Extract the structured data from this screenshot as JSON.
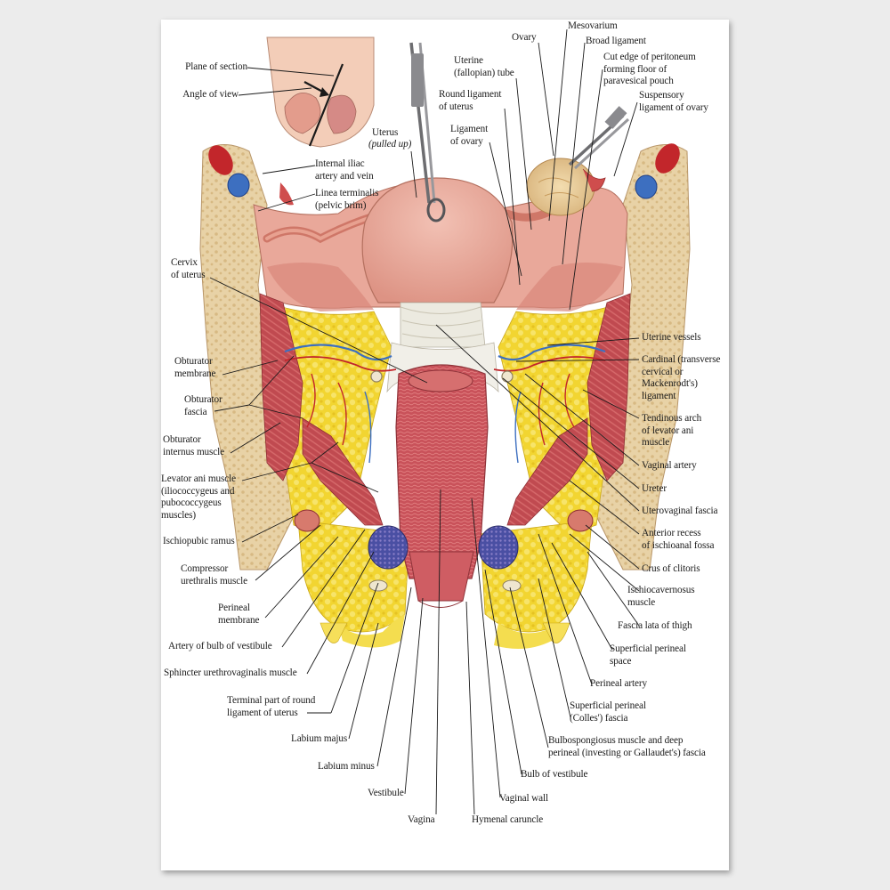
{
  "labels": {
    "plane_of_section": "Plane of section",
    "angle_of_view": "Angle of view",
    "uterus": "Uterus",
    "uterus_note": "(pulled up)",
    "uterine_tube": "Uterine\n(fallopian) tube",
    "ovary": "Ovary",
    "mesovarium": "Mesovarium",
    "broad_ligament": "Broad ligament",
    "cut_edge": "Cut edge of peritoneum\nforming floor of\nparavesical pouch",
    "round_ligament": "Round ligament\nof uterus",
    "suspensory_ligament": "Suspensory\nligament of ovary",
    "ligament_of_ovary": "Ligament\nof ovary",
    "internal_iliac": "Internal iliac\nartery and vein",
    "linea_terminalis": "Linea terminalis\n(pelvic brim)",
    "cervix": "Cervix\nof uterus",
    "uterine_vessels": "Uterine vessels",
    "cardinal_ligament": "Cardinal (transverse\ncervical or\nMackenrodt's)\nligament",
    "obturator_membrane": "Obturator\nmembrane",
    "obturator_fascia": "Obturator\nfascia",
    "tendinous_arch": "Tendinous arch\nof levator ani\nmuscle",
    "obturator_internus": "Obturator\ninternus muscle",
    "vaginal_artery": "Vaginal artery",
    "levator_ani": "Levator ani muscle\n(iliococcygeus and\npubococcygeus\nmuscles)",
    "ureter": "Ureter",
    "uterovaginal_fascia": "Uterovaginal fascia",
    "anterior_recess": "Anterior recess\nof ischioanal fossa",
    "ischiopubic_ramus": "Ischiopubic ramus",
    "compressor_urethralis": "Compressor\nurethralis muscle",
    "crus_of_clitoris": "Crus of clitoris",
    "ischiocavernosus": "Ischiocavernosus\nmuscle",
    "perineal_membrane": "Perineal\nmembrane",
    "fascia_lata": "Fascia lata of thigh",
    "artery_bulb": "Artery of bulb of vestibule",
    "superficial_perineal_space": "Superficial perineal\nspace",
    "sphincter_urethrovaginalis": "Sphincter urethrovaginalis muscle",
    "perineal_artery": "Perineal artery",
    "terminal_round_ligament": "Terminal part of round\nligament of uterus",
    "superficial_perineal_fascia": "Superficial perineal\n(Colles') fascia",
    "labium_majus": "Labium majus",
    "bulbospongiosus": "Bulbospongiosus muscle and deep\nperineal (investing or Gallaudet's) fascia",
    "labium_minus": "Labium minus",
    "bulb_of_vestibule": "Bulb of vestibule",
    "vestibule": "Vestibule",
    "vaginal_wall": "Vaginal wall",
    "vagina": "Vagina",
    "hymenal_caruncle": "Hymenal caruncle"
  },
  "colors": {
    "muscle": "#c8555a",
    "fat": "#f2d531",
    "bone": "#e8d2a6",
    "peritoneum": "#e9a89a",
    "vein": "#3d6fc0",
    "artery": "#c2262b",
    "background": "#ffffff"
  }
}
